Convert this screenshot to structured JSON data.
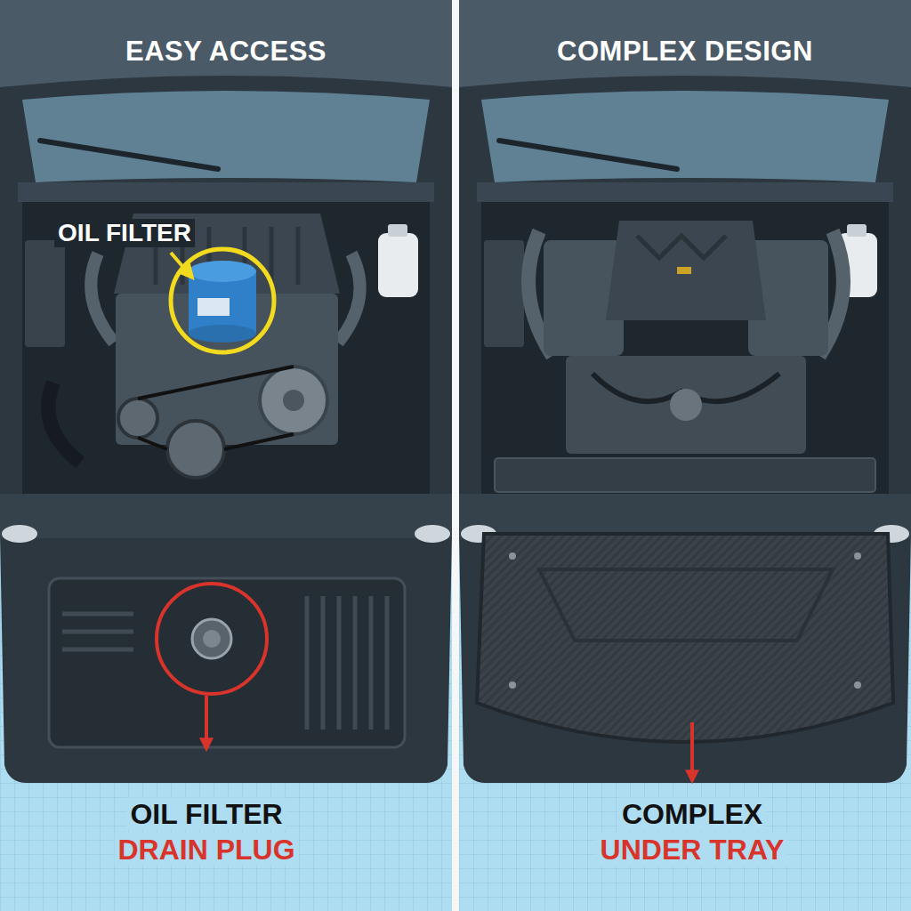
{
  "diagram": {
    "nodes": [
      {
        "text": [
          "EASY ACCESS"
        ]
      },
      {
        "text": [
          "COMPLEX DESIGN"
        ]
      }
    ],
    "labels": [
      "OIL FILTER",
      "OIL FILTER",
      "DRAIN PLUG",
      "COMPLEX",
      "UNDER TRAY"
    ]
  }
}
